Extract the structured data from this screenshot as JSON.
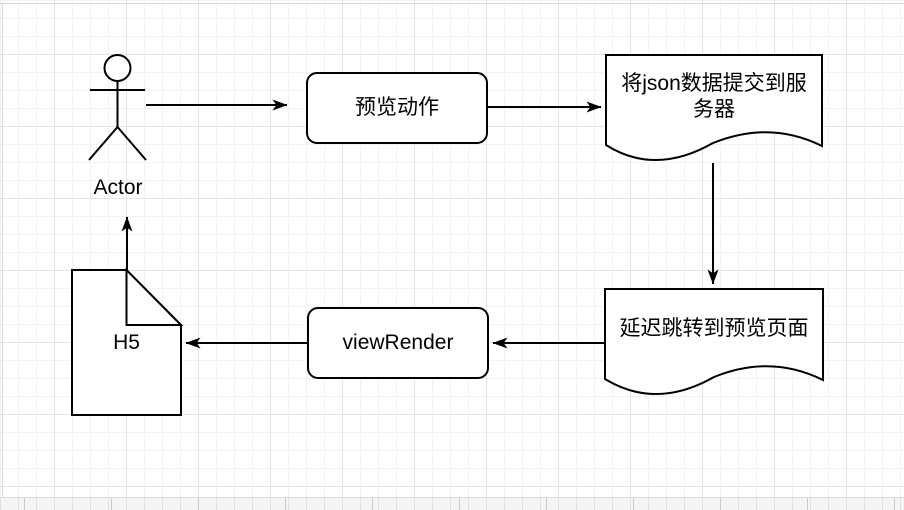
{
  "diagram": {
    "title": "preview flow diagram",
    "nodes": {
      "actor": {
        "label": "Actor",
        "shape": "uml-actor-stick-figure"
      },
      "preview_action": {
        "label": "预览动作",
        "shape": "rounded-rectangle"
      },
      "submit_json": {
        "label": "将json数据提交到服务器",
        "line1": "将json数据提交到服",
        "line2": "务器",
        "shape": "document"
      },
      "delay_redirect": {
        "label": "延迟跳转到预览页面",
        "shape": "document"
      },
      "view_render": {
        "label": "viewRender",
        "shape": "rounded-rectangle"
      },
      "h5": {
        "label": "H5",
        "shape": "note-folded-corner"
      }
    },
    "edges": [
      {
        "from": "actor",
        "to": "preview_action",
        "direction": "right"
      },
      {
        "from": "preview_action",
        "to": "submit_json",
        "direction": "right"
      },
      {
        "from": "submit_json",
        "to": "delay_redirect",
        "direction": "down"
      },
      {
        "from": "delay_redirect",
        "to": "view_render",
        "direction": "left"
      },
      {
        "from": "view_render",
        "to": "h5",
        "direction": "left"
      },
      {
        "from": "h5",
        "to": "actor",
        "direction": "up"
      }
    ],
    "colors": {
      "shape_stroke": "#000000",
      "shape_fill": "#ffffff",
      "grid_minor": "#f2f2f2",
      "grid_major": "#e4e4e4",
      "page_background": "#ffffff",
      "offpage_background": "#f4f4f4"
    }
  }
}
